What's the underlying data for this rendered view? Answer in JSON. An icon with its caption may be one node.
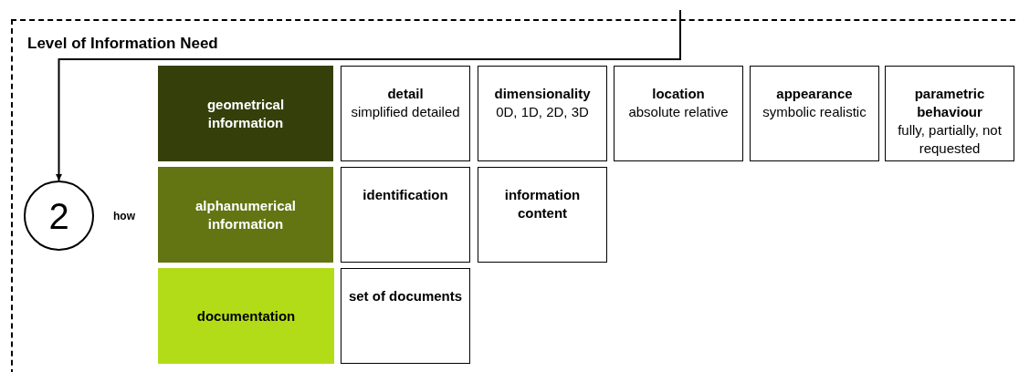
{
  "diagram": {
    "nodes": [
      {
        "text": [
          "Level of Information Need"
        ]
      },
      {
        "text": [
          "2"
        ],
        "in": 0,
        "beside": [
          "how"
        ]
      },
      {
        "text": [
          "geometrical information"
        ],
        "in": 0
      },
      {
        "text": [
          "detail",
          "simplified detailed"
        ],
        "in": 0
      },
      {
        "text": [
          "dimensionality",
          "0D, 1D, 2D, 3D"
        ],
        "in": 0
      },
      {
        "text": [
          "location",
          "absolute relative"
        ],
        "in": 0
      },
      {
        "text": [
          "appearance",
          "symbolic realistic"
        ],
        "in": 0
      },
      {
        "text": [
          "parametric behaviour",
          "fully, partially, not requested"
        ],
        "in": 0
      },
      {
        "text": [
          "alphanumerical information"
        ],
        "in": 0
      },
      {
        "text": [
          "identification"
        ],
        "in": 0
      },
      {
        "text": [
          "information content"
        ],
        "in": 0
      },
      {
        "text": [
          "documentation"
        ],
        "in": 0
      },
      {
        "text": [
          "set of documents"
        ],
        "in": 0
      }
    ],
    "edges": [
      {
        "from": null,
        "to": 1,
        "arrow": "to"
      }
    ]
  }
}
